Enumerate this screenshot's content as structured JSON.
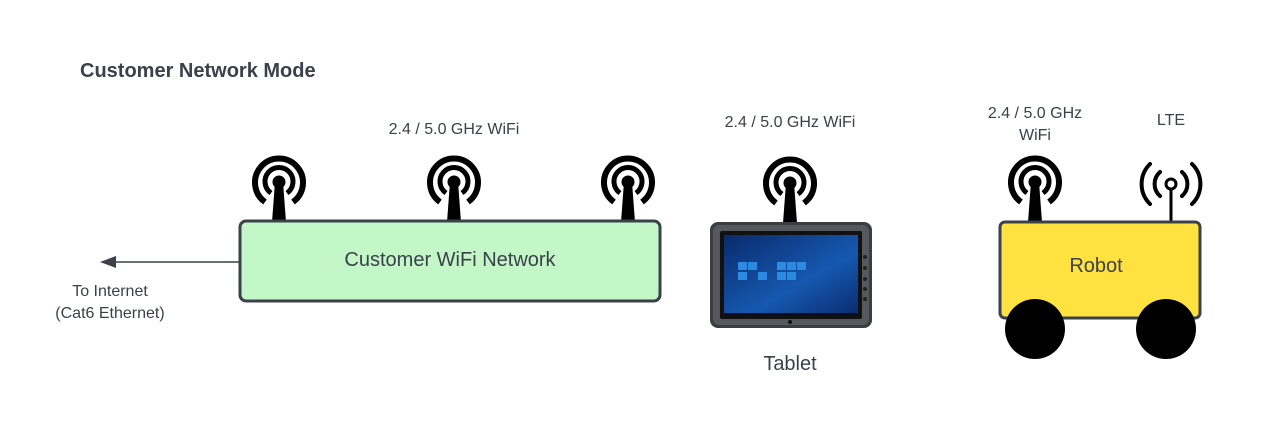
{
  "title": "Customer Network Mode",
  "router": {
    "label": "Customer WiFi Network",
    "antenna_label": "2.4 / 5.0 GHz WiFi",
    "fill": "#c3f7c8"
  },
  "uplink": {
    "line1": "To Internet",
    "line2": "(Cat6 Ethernet)"
  },
  "tablet": {
    "label": "Tablet",
    "antenna_label": "2.4 / 5.0 GHz WiFi"
  },
  "robot": {
    "label": "Robot",
    "wifi_label_line1": "2.4 / 5.0 GHz",
    "wifi_label_line2": "WiFi",
    "lte_label": "LTE",
    "fill": "#ffe13f"
  }
}
